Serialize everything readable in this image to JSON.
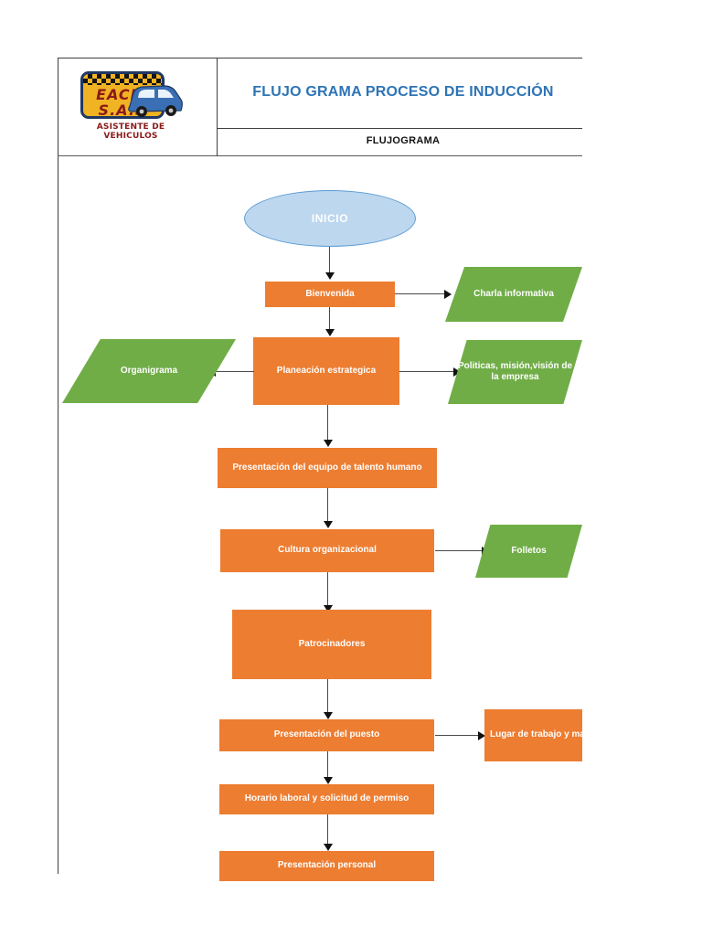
{
  "header": {
    "title": "FLUJO GRAMA PROCESO DE INDUCCIÓN",
    "subtitle": "FLUJOGRAMA",
    "logo": {
      "brand_line1": "EACIR",
      "brand_line2": "S.A.S",
      "caption": "ASISTENTE DE VEHICULOS",
      "icon": "car-icon"
    }
  },
  "colors": {
    "process_fill": "#ED7D31",
    "document_fill": "#70AD47",
    "start_fill": "#BDD7EE",
    "start_border": "#5B9BD5",
    "title_blue": "#2E74B5",
    "connector": "#4a4a4a",
    "node_text": "#FFFFFF"
  },
  "flowchart": {
    "nodes": [
      {
        "id": "inicio",
        "label": "INICIO",
        "shape": "ellipse",
        "type": "start"
      },
      {
        "id": "bienvenida",
        "label": "Bienvenida",
        "shape": "rectangle",
        "type": "process"
      },
      {
        "id": "charla",
        "label": "Charla informativa",
        "shape": "parallelogram",
        "type": "document"
      },
      {
        "id": "planeacion",
        "label": "Planeación estrategica",
        "shape": "rectangle",
        "type": "process"
      },
      {
        "id": "organigrama",
        "label": "Organigrama",
        "shape": "parallelogram",
        "type": "document"
      },
      {
        "id": "politicas",
        "label": "Politicas, misión,visión de la empresa",
        "shape": "parallelogram",
        "type": "document"
      },
      {
        "id": "talento",
        "label": "Presentación del equipo de talento humano",
        "shape": "rectangle",
        "type": "process"
      },
      {
        "id": "cultura",
        "label": "Cultura organizacional",
        "shape": "rectangle",
        "type": "process"
      },
      {
        "id": "folletos",
        "label": "Folletos",
        "shape": "parallelogram",
        "type": "document"
      },
      {
        "id": "patrocinadores",
        "label": "Patrocinadores",
        "shape": "rectangle",
        "type": "process"
      },
      {
        "id": "puesto",
        "label": "Presentación del puesto",
        "shape": "rectangle",
        "type": "process"
      },
      {
        "id": "lugar",
        "label": "Lugar de trabajo y manera de realizarlo",
        "shape": "rectangle",
        "type": "process"
      },
      {
        "id": "horario",
        "label": "Horario laboral y solicitud de permiso",
        "shape": "rectangle",
        "type": "process"
      },
      {
        "id": "personal",
        "label": "Presentación personal",
        "shape": "rectangle",
        "type": "process"
      }
    ],
    "edges": [
      {
        "from": "inicio",
        "to": "bienvenida",
        "direction": "down"
      },
      {
        "from": "bienvenida",
        "to": "charla",
        "direction": "right"
      },
      {
        "from": "bienvenida",
        "to": "planeacion",
        "direction": "down"
      },
      {
        "from": "planeacion",
        "to": "organigrama",
        "direction": "left"
      },
      {
        "from": "planeacion",
        "to": "politicas",
        "direction": "right"
      },
      {
        "from": "planeacion",
        "to": "talento",
        "direction": "down"
      },
      {
        "from": "talento",
        "to": "cultura",
        "direction": "down"
      },
      {
        "from": "cultura",
        "to": "folletos",
        "direction": "right"
      },
      {
        "from": "cultura",
        "to": "patrocinadores",
        "direction": "down"
      },
      {
        "from": "patrocinadores",
        "to": "puesto",
        "direction": "down"
      },
      {
        "from": "puesto",
        "to": "lugar",
        "direction": "right"
      },
      {
        "from": "puesto",
        "to": "horario",
        "direction": "down"
      },
      {
        "from": "horario",
        "to": "personal",
        "direction": "down"
      }
    ]
  }
}
